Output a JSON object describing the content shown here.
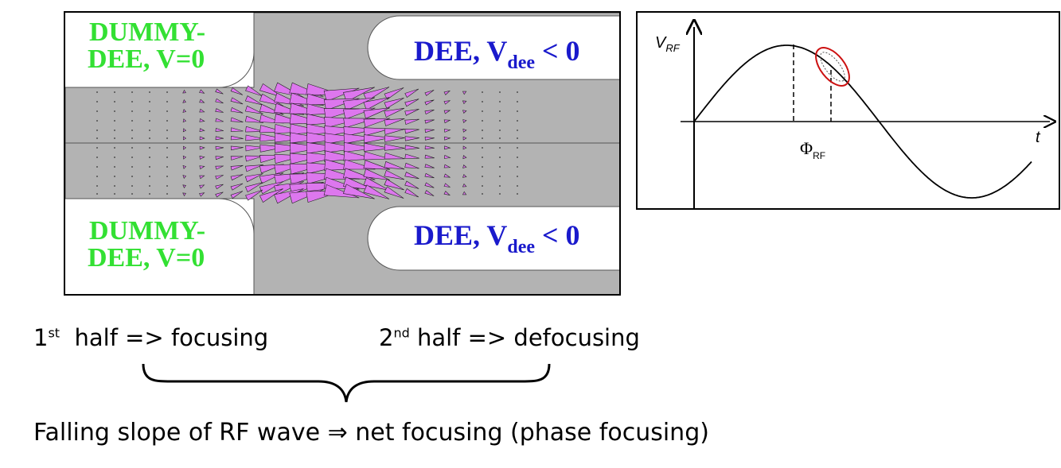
{
  "field_panel": {
    "top_left": {
      "line1": "DUMMY-",
      "line2": "DEE, V=0"
    },
    "bottom_left": {
      "line1": "DUMMY-",
      "line2": "DEE, V=0"
    },
    "top_right": {
      "prefix": "DEE, V",
      "sub": "dee",
      "suffix": " < 0"
    },
    "bottom_right": {
      "prefix": "DEE, V",
      "sub": "dee",
      "suffix": " < 0"
    },
    "colors": {
      "gap": "#b3b3b3",
      "arrow": "#dd77ee",
      "green": "#33e033",
      "blue": "#1a1acc"
    }
  },
  "rf_panel": {
    "y_label": "V",
    "y_label_sub": "RF",
    "x_label": "t",
    "phase_label": "Φ",
    "phase_sub": "RF",
    "colors": {
      "ellipse": "#cc1111"
    }
  },
  "captions": {
    "first_num": "1",
    "first_sup": "st",
    "first_text": "  half => focusing",
    "second_num": "2",
    "second_sup": "nd",
    "second_text": " half => defocusing",
    "bottom": "Falling slope of RF  wave ⇒ net focusing (phase focusing)"
  }
}
